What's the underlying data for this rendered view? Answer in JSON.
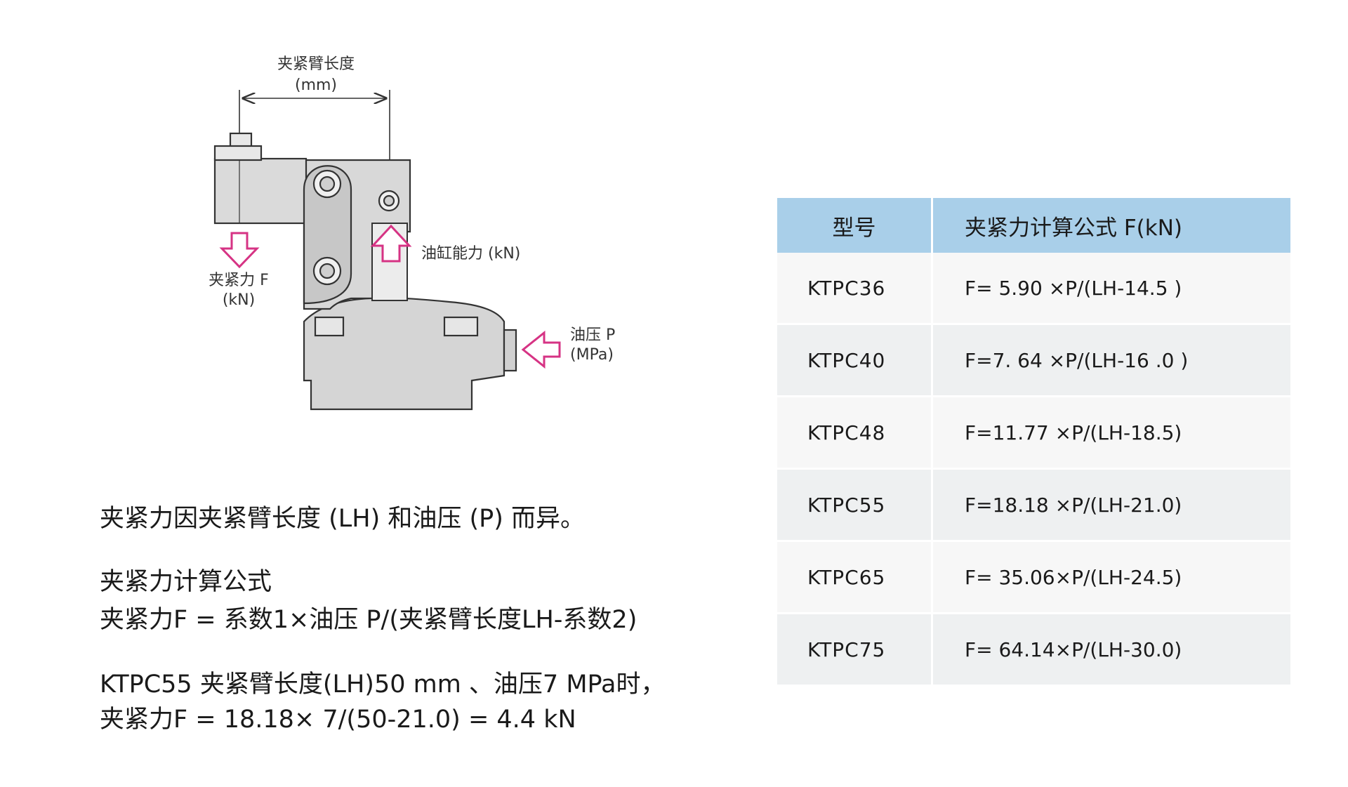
{
  "diagram": {
    "arm_length_label": "夹紧臂长度",
    "arm_length_unit": "(mm)",
    "clamp_force_label": "夹紧力 F",
    "clamp_force_unit": "(kN)",
    "cylinder_force_label": "油缸能力 (kN)",
    "oil_pressure_label": "油压 P",
    "oil_pressure_unit": "(MPa)",
    "colors": {
      "arrow": "#d63384",
      "body": "#d5d5d5",
      "outline": "#333333"
    }
  },
  "notes": {
    "line1": "夹紧力因夹紧臂长度 (LH) 和油压 (P) 而异。",
    "formula_title": "夹紧力计算公式",
    "formula_generic": "夹紧力F = 系数1×油压 P/(夹紧臂长度LH-系数2)",
    "example_line1": "KTPC55 夹紧臂长度(LH)50 mm 、油压7 MPa时，",
    "example_line2": "夹紧力F = 18.18× 7/(50-21.0)  = 4.4 kN"
  },
  "table": {
    "header": {
      "model": "型号",
      "formula": "夹紧力计算公式   F(kN)"
    },
    "header_color": "#a9cfe9",
    "rows": [
      {
        "model": "KTPC36",
        "formula": "F= 5.90 ×P/(LH-14.5 )"
      },
      {
        "model": "KTPC40",
        "formula": "F=7. 64 ×P/(LH-16 .0 )"
      },
      {
        "model": "KTPC48",
        "formula": "F=11.77 ×P/(LH-18.5)"
      },
      {
        "model": "KTPC55",
        "formula": "F=18.18 ×P/(LH-21.0)"
      },
      {
        "model": "KTPC65",
        "formula": "F= 35.06×P/(LH-24.5)"
      },
      {
        "model": "KTPC75",
        "formula": "F= 64.14×P/(LH-30.0)"
      }
    ]
  }
}
